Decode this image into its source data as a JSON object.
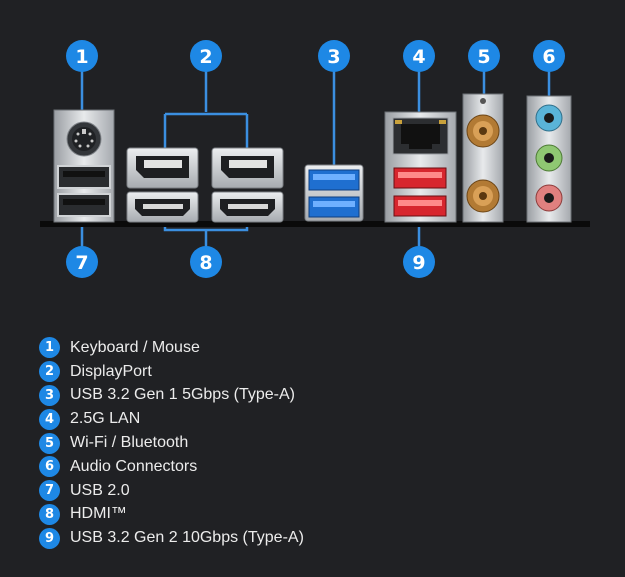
{
  "ports": [
    {
      "number": "1",
      "label": "Keyboard / Mouse"
    },
    {
      "number": "2",
      "label": "DisplayPort"
    },
    {
      "number": "3",
      "label": "USB 3.2 Gen 1 5Gbps (Type-A)"
    },
    {
      "number": "4",
      "label": "2.5G LAN"
    },
    {
      "number": "5",
      "label": "Wi-Fi / Bluetooth"
    },
    {
      "number": "6",
      "label": "Audio Connectors"
    },
    {
      "number": "7",
      "label": "USB 2.0"
    },
    {
      "number": "8",
      "label": "HDMI™"
    },
    {
      "number": "9",
      "label": "USB 3.2 Gen 2 10Gbps (Type-A)"
    }
  ],
  "colors": {
    "background": "#202124",
    "badge": "#1e88e5",
    "callout_line": "#3b8fe0",
    "usb32_gen1": "#1f6fd0",
    "usb32_gen2": "#d7262e",
    "audio_blue": "#5ab4d8",
    "audio_green": "#8fc772",
    "audio_pink": "#e0807f",
    "antenna_gold": "#c68a3c"
  },
  "icons": [
    "ps2-port-icon",
    "usb-port-icon",
    "displayport-icon",
    "hdmi-port-icon",
    "rj45-port-icon",
    "antenna-connector-icon",
    "audio-jack-icon"
  ]
}
